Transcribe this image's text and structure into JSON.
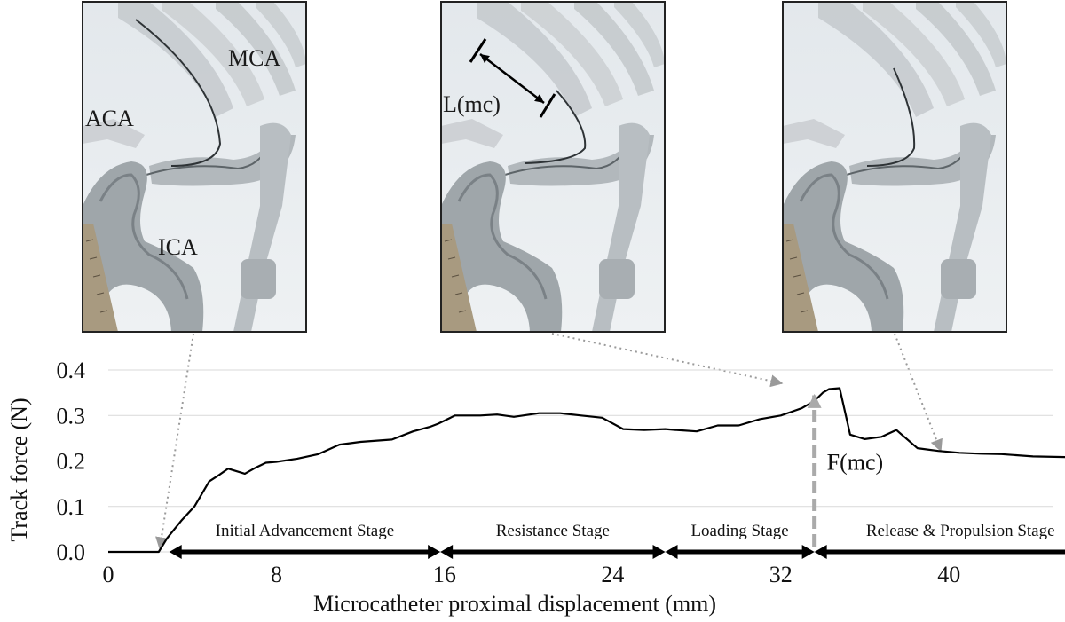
{
  "chart_data": {
    "type": "line",
    "xlabel": "Microcatheter proximal displacement (mm)",
    "ylabel": "Track force (N)",
    "xlim": [
      0,
      48
    ],
    "ylim": [
      0,
      0.4
    ],
    "x_ticks": [
      "0",
      "8",
      "16",
      "24",
      "32",
      "40"
    ],
    "y_ticks": [
      "0.0",
      "0.1",
      "0.2",
      "0.3",
      "0.4"
    ],
    "grid": "horizontal",
    "series": [
      {
        "x": [
          0,
          2.4,
          2.8,
          3.5,
          4.1,
          4.8,
          5.3,
          5.7,
          6.5,
          7.0,
          7.5,
          8.0,
          9.0,
          10.0,
          11.0,
          12.0,
          13.5,
          14.5,
          15.3,
          15.7,
          16.5,
          17.7,
          18.5,
          19.3,
          20.5,
          21.5,
          22.5,
          23.5,
          24.5,
          25.5,
          26.5,
          27.0,
          28.0,
          29.0,
          30.0,
          31.0,
          32.0,
          33.0,
          33.6,
          34.0,
          34.3,
          34.8,
          35.3,
          36.0,
          36.8,
          37.5,
          38.5,
          39.5,
          40.5,
          41.5,
          42.5,
          44.0,
          46.0,
          47.5
        ],
        "y": [
          0.0,
          0.0,
          0.03,
          0.07,
          0.1,
          0.155,
          0.17,
          0.183,
          0.172,
          0.185,
          0.196,
          0.198,
          0.205,
          0.215,
          0.236,
          0.242,
          0.247,
          0.265,
          0.275,
          0.282,
          0.3,
          0.3,
          0.302,
          0.297,
          0.305,
          0.305,
          0.3,
          0.295,
          0.27,
          0.268,
          0.27,
          0.268,
          0.265,
          0.278,
          0.278,
          0.292,
          0.3,
          0.316,
          0.332,
          0.35,
          0.358,
          0.36,
          0.258,
          0.248,
          0.253,
          0.268,
          0.228,
          0.222,
          0.218,
          0.216,
          0.215,
          0.21,
          0.208,
          0.204
        ]
      }
    ],
    "stages": [
      {
        "label": "Initial Advancement Stage",
        "x_start": 2.9,
        "x_end": 15.8
      },
      {
        "label": "Resistance Stage",
        "x_start": 15.8,
        "x_end": 26.5
      },
      {
        "label": "Loading Stage",
        "x_start": 26.5,
        "x_end": 33.6
      },
      {
        "label": "Release & Propulsion Stage",
        "x_start": 33.6,
        "x_end": 47.5
      }
    ],
    "annotation": {
      "label": "F(mc)",
      "x": 33.6,
      "y_from": 0.0,
      "y_to": 0.36
    },
    "arrow_color": "#000000",
    "line_color": "#000000",
    "annotation_color": "#aaaaaa"
  },
  "photos": [
    {
      "labels": [
        "MCA",
        "ACA",
        "ICA"
      ]
    },
    {
      "labels": [
        "L(mc)"
      ]
    },
    {
      "labels": []
    }
  ]
}
